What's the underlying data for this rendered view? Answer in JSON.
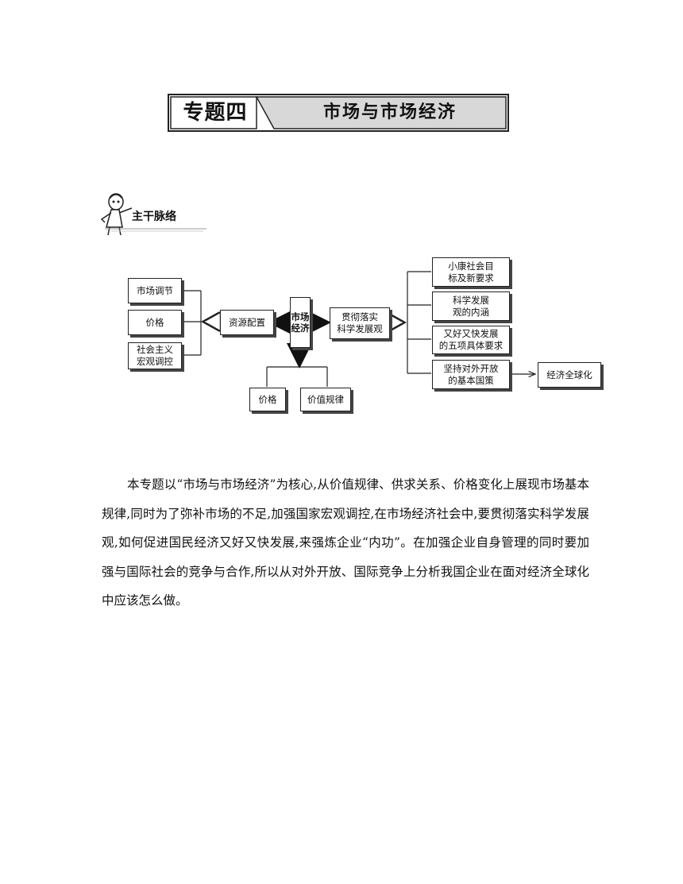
{
  "header": {
    "tag": "专题四",
    "topic": "市场与市场经济"
  },
  "section": {
    "label": "主干脉络",
    "icon": "professor-pointing-icon"
  },
  "diagram": {
    "center": "市场\n经济",
    "left_hub": "资源配置",
    "left_items": [
      "市场调节",
      "价格",
      "社会主义\n宏观调控"
    ],
    "right_hub": "贯彻落实\n科学发展观",
    "right_items": [
      "小康社会目\n标及新要求",
      "科学发展\n观的内涵",
      "又好又快发展\n的五项具体要求",
      "坚持对外开放\n的基本国策"
    ],
    "far_right": "经济全球化",
    "bottom_items": [
      "价格",
      "价值规律"
    ]
  },
  "body_text": "本专题以“市场与市场经济”为核心,从价值规律、供求关系、价格变化上展现市场基本规律,同时为了弥补市场的不足,加强国家宏观调控,在市场经济社会中,要贯彻落实科学发展观,如何促进国民经济又好又快发展,来强炼企业“内功”。在加强企业自身管理的同时要加强与国际社会的竞争与合作,所以从对外开放、国际竞争上分析我国企业在面对经济全球化中应该怎么做。"
}
